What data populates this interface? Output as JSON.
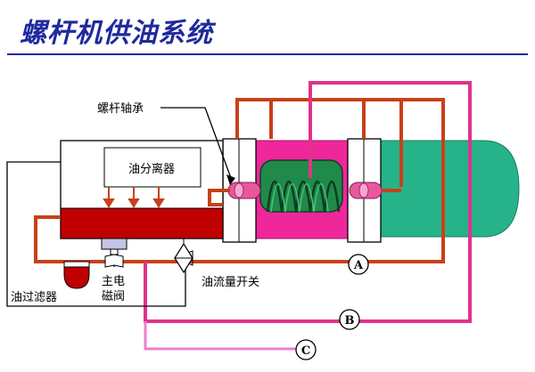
{
  "title": "螺杆机供油系统",
  "labels": {
    "screw_bearing": "螺杆轴承",
    "oil_separator": "油分离器",
    "oil_filter": "油过滤器",
    "main_solenoid_line1": "主电",
    "main_solenoid_line2": "磁阀",
    "oil_flow_switch": "油流量开关",
    "circuit_a": "A",
    "circuit_b": "B",
    "circuit_c": "C"
  },
  "colors": {
    "title": "#1f2a9c",
    "oil_line": "#c8401a",
    "line_b": "#e0338a",
    "line_c": "#ec7fd0",
    "oil_sump": "#c00000",
    "screw_chamber": "#f0279a",
    "motor": "#26b38a",
    "screw": "#1f8a4a",
    "bearing": "#e8589f"
  }
}
